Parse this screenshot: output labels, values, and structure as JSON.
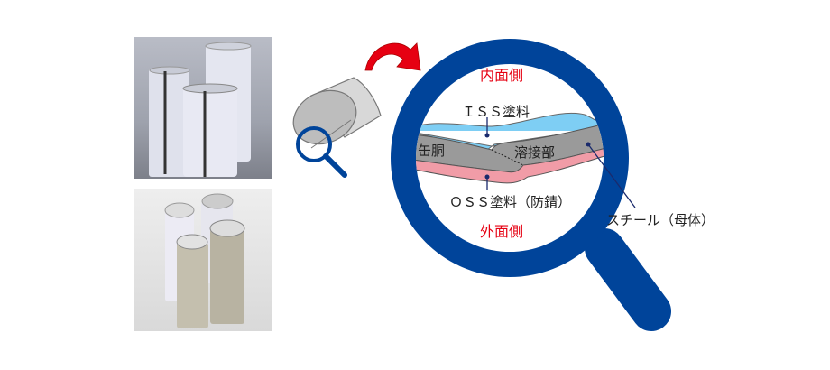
{
  "labels": {
    "inner_side": "内面側",
    "outer_side": "外面側",
    "iss_coating": "ＩＳＳ塗料",
    "can_body": "缶胴",
    "weld": "溶接部",
    "oss_coating": "ＯＳＳ塗料（防錆）",
    "steel": "スチール（母体）"
  },
  "colors": {
    "magnifier": "#00449a",
    "arrow": "#e60012",
    "iss_layer": "#7ecef4",
    "steel_layer": "#9a9a9a",
    "oss_layer": "#f19ca7"
  }
}
